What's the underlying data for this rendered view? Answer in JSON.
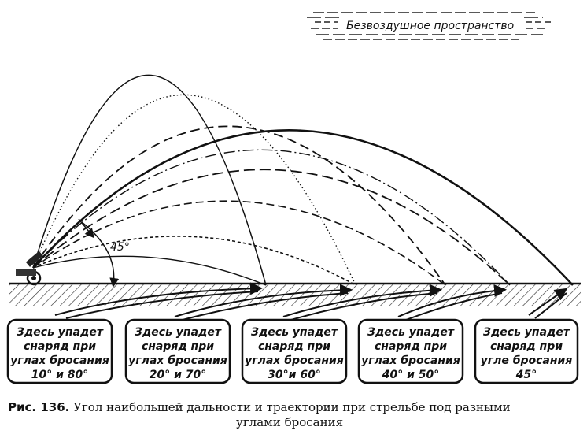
{
  "vacuum_label": "Безвоздушное пространство",
  "angle_label": "45°",
  "boxes": [
    {
      "lines": [
        "Здесь упадет",
        "снаряд при",
        "углах бросания",
        "10° и 80°"
      ]
    },
    {
      "lines": [
        "Здесь упадет",
        "снаряд при",
        "углах бросания",
        "20° и 70°"
      ]
    },
    {
      "lines": [
        "Здесь упадет",
        "снаряд при",
        "углах бросания",
        "30°и 60°"
      ]
    },
    {
      "lines": [
        "Здесь упадет",
        "снаряд при",
        "углах бросания",
        "40° и 50°"
      ]
    },
    {
      "lines": [
        "Здесь упадет",
        "снаряд при",
        "угле бросания",
        "45°"
      ]
    }
  ],
  "caption": {
    "number": "Рис. 136.",
    "text_line1": "Угол наибольшей дальности и траектории при стрельбе под разными",
    "text_line2": "углами бросания"
  }
}
